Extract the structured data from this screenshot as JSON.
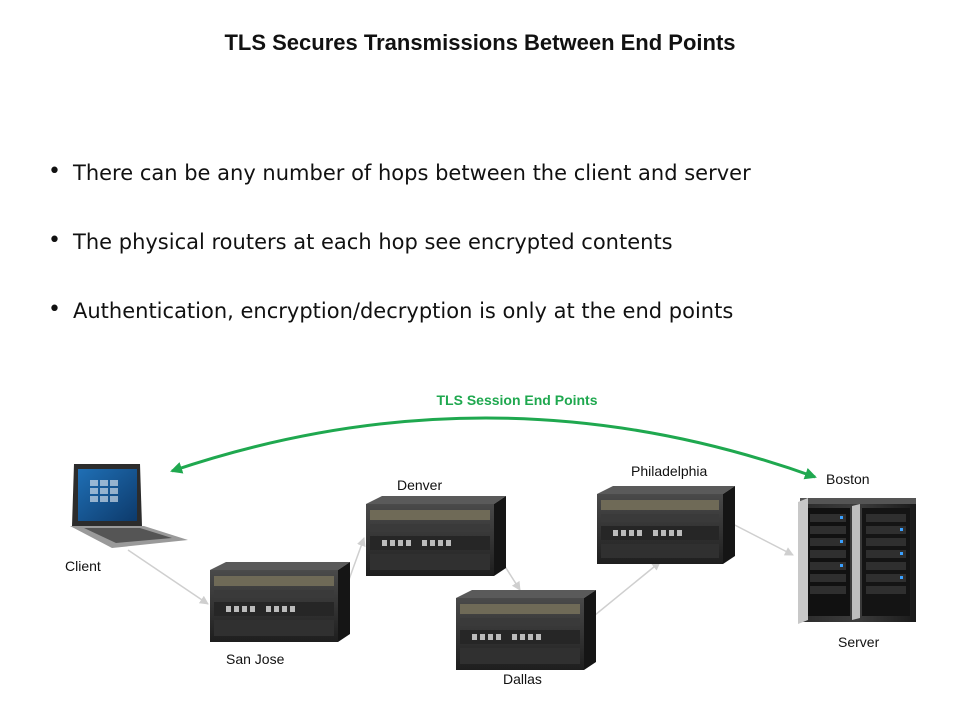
{
  "slide": {
    "title": "TLS Secures Transmissions Between End Points"
  },
  "bullets": [
    "There can be any number of hops between the client and server",
    "The physical routers at each hop see encrypted contents",
    "Authentication, encryption/decryption is only at the end points"
  ],
  "diagram": {
    "session_label": "TLS Session End Points",
    "accent_color": "#1fa84f",
    "nodes": {
      "client": "Client",
      "san_jose": "San Jose",
      "denver": "Denver",
      "dallas": "Dallas",
      "philadelphia": "Philadelphia",
      "boston": "Boston",
      "server": "Server"
    }
  }
}
